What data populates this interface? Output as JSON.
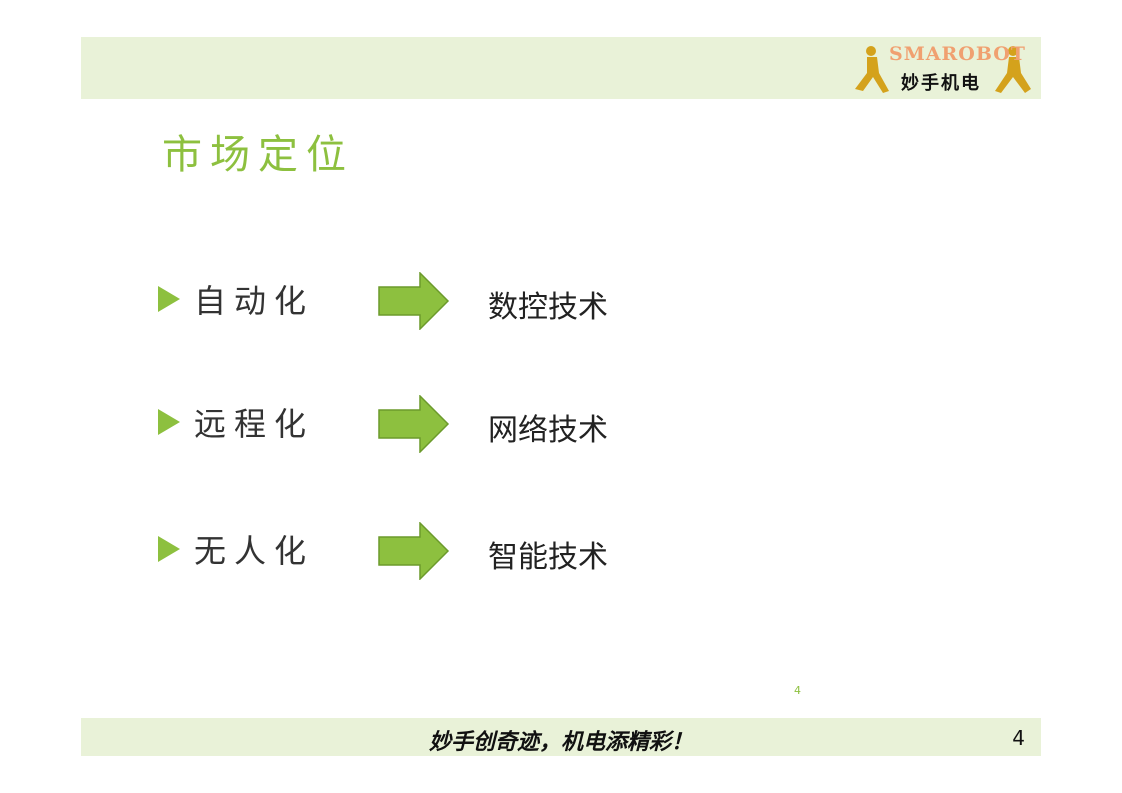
{
  "header": {
    "logo_text": "SMAROBOT",
    "logo_cn": "妙手机电"
  },
  "title": "市场定位",
  "rows": [
    {
      "label": "自动化",
      "tech": "数控技术"
    },
    {
      "label": "远程化",
      "tech": "网络技术"
    },
    {
      "label": "无人化",
      "tech": "智能技术"
    }
  ],
  "slide_number_small": "4",
  "footer": {
    "motto": "妙手创奇迹，机电添精彩！",
    "page_number": "4"
  },
  "colors": {
    "accent": "#8dc03f",
    "band": "#e9f2d8"
  },
  "icons": {
    "bullet": "triangle-right-icon",
    "arrow": "arrow-right-icon"
  }
}
